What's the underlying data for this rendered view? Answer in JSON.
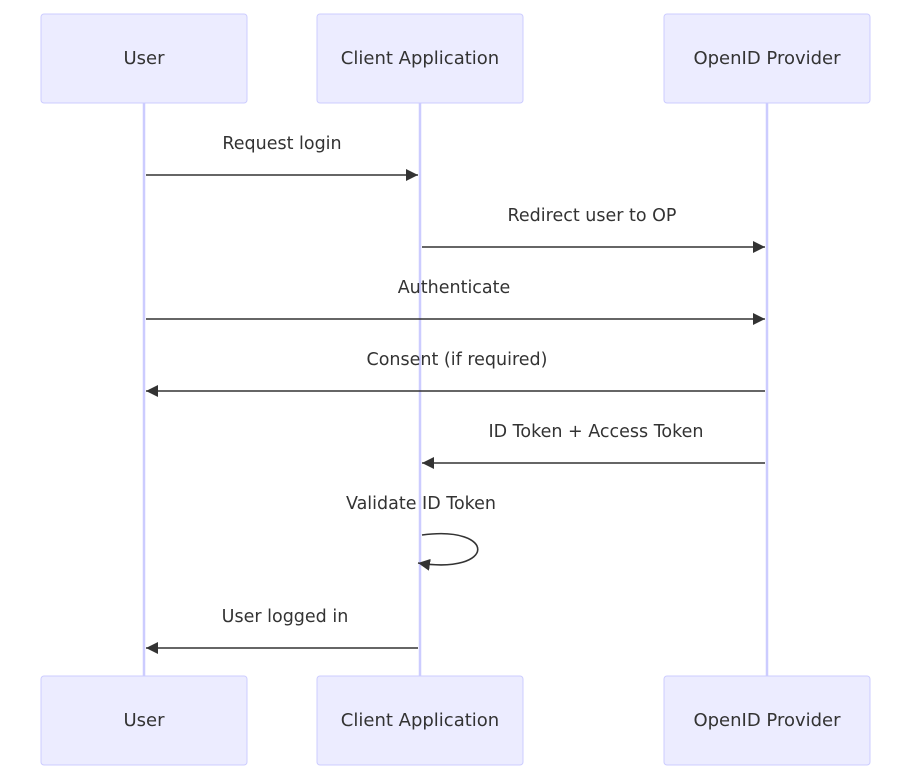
{
  "diagram": {
    "type": "sequence",
    "participants": [
      {
        "id": "user",
        "label": "User"
      },
      {
        "id": "client",
        "label": "Client Application"
      },
      {
        "id": "op",
        "label": "OpenID Provider"
      }
    ],
    "messages": [
      {
        "from": "user",
        "to": "client",
        "label": "Request login"
      },
      {
        "from": "client",
        "to": "op",
        "label": "Redirect user to OP"
      },
      {
        "from": "user",
        "to": "op",
        "label": "Authenticate"
      },
      {
        "from": "op",
        "to": "user",
        "label": "Consent (if required)"
      },
      {
        "from": "op",
        "to": "client",
        "label": "ID Token + Access Token"
      },
      {
        "from": "client",
        "to": "client",
        "label": "Validate ID Token"
      },
      {
        "from": "client",
        "to": "user",
        "label": "User logged in"
      }
    ]
  },
  "colors": {
    "actor_fill": "#ECECFF",
    "actor_border": "#CCCCFF",
    "lifeline": "#CCCCFF",
    "arrow": "#333333",
    "text": "#333333"
  }
}
